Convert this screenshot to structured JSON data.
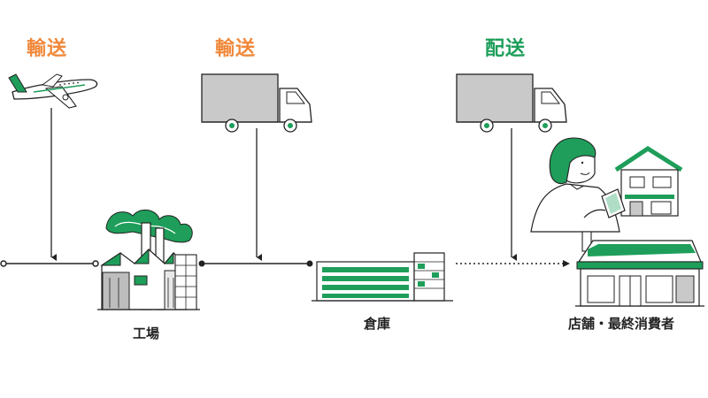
{
  "stages": [
    {
      "label": "輸送",
      "color": "#F0883A"
    },
    {
      "label": "輸送",
      "color": "#F0883A"
    },
    {
      "label": "配送",
      "color": "#1E9E5A"
    }
  ],
  "nodes": {
    "factory": "工場",
    "warehouse": "倉庫",
    "store": "店舗・最終消費者"
  },
  "colors": {
    "accent_green": "#1E9E5A",
    "accent_orange": "#F0883A",
    "truck_gray": "#C9C9C9",
    "line": "#222222"
  },
  "icons": [
    "airplane-icon",
    "truck-icon",
    "truck-icon",
    "factory-icon",
    "warehouse-icon",
    "house-icon",
    "person-with-tablet-icon",
    "convenience-store-icon"
  ]
}
